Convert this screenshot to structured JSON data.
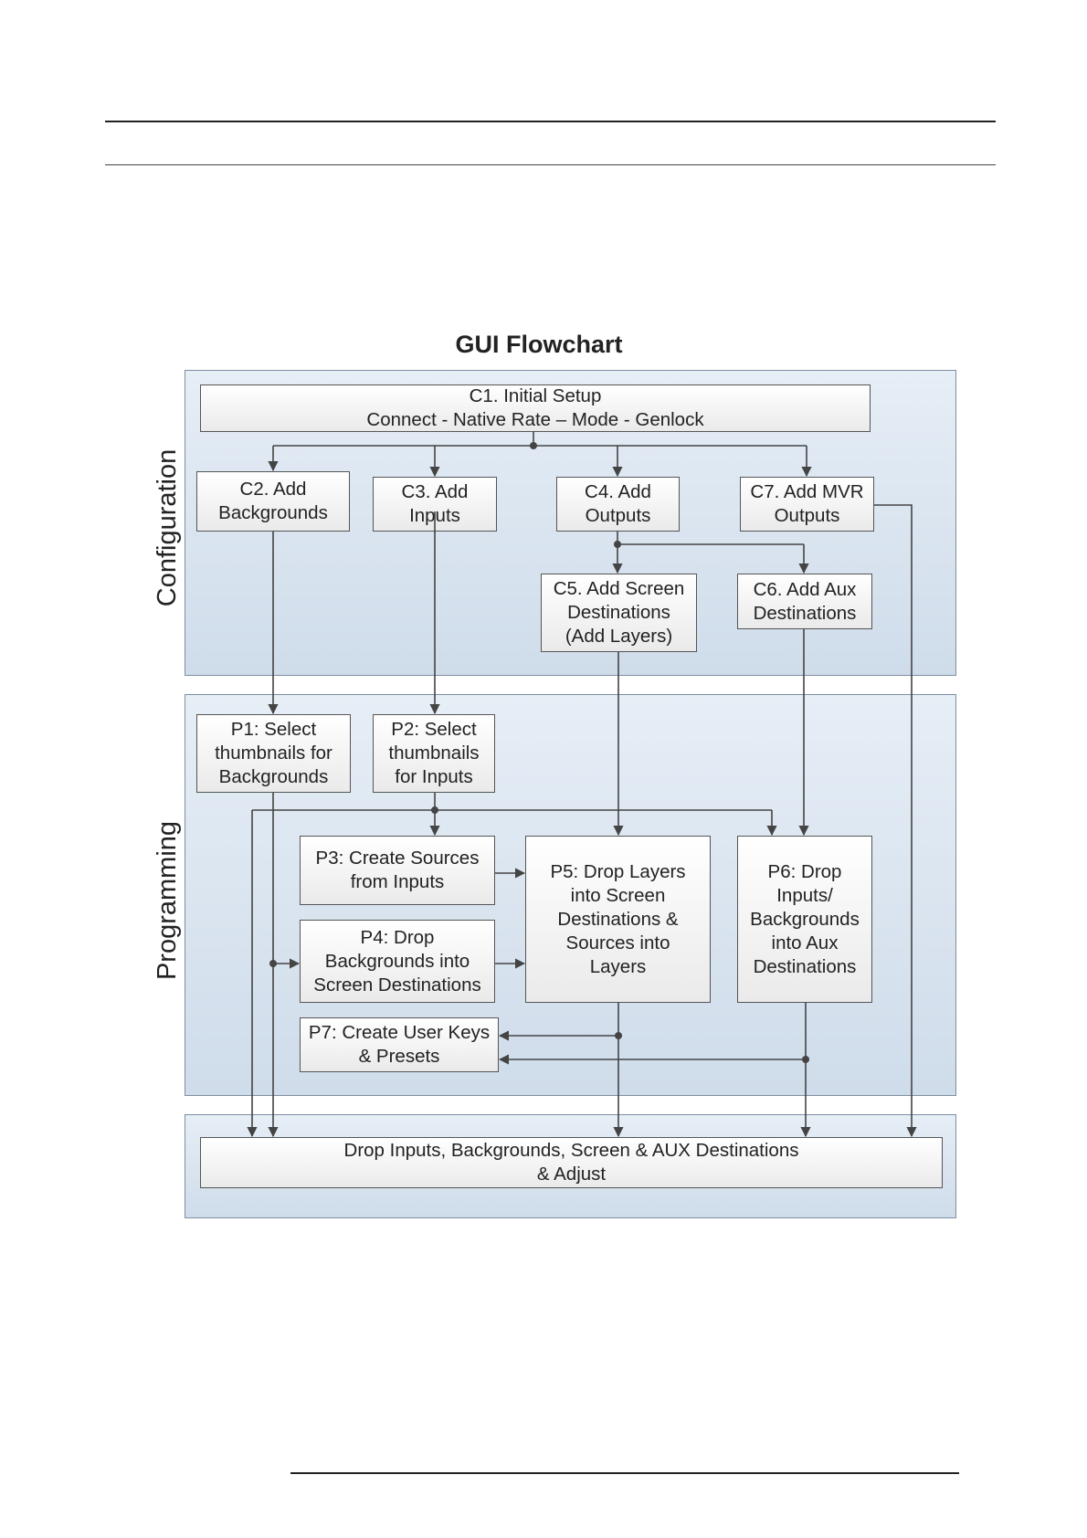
{
  "diagram": {
    "title": "GUI Flowchart",
    "sections": {
      "configuration": "Configuration",
      "programming": "Programming"
    },
    "nodes": {
      "c1": [
        "C1. Initial Setup",
        "Connect - Native Rate – Mode - Genlock"
      ],
      "c2": [
        "C2. Add",
        "Backgrounds"
      ],
      "c3": [
        "C3. Add",
        "Inputs"
      ],
      "c4": [
        "C4. Add",
        "Outputs"
      ],
      "c7": [
        "C7. Add MVR",
        "Outputs"
      ],
      "c5": [
        "C5. Add Screen",
        "Destinations",
        "(Add Layers)"
      ],
      "c6": [
        "C6. Add Aux",
        "Destinations"
      ],
      "p1": [
        "P1: Select",
        "thumbnails for",
        "Backgrounds"
      ],
      "p2": [
        "P2: Select",
        "thumbnails",
        "for Inputs"
      ],
      "p3": [
        "P3: Create Sources",
        "from Inputs"
      ],
      "p4": [
        "P4: Drop",
        "Backgrounds into",
        "Screen Destinations"
      ],
      "p5": [
        "P5: Drop Layers",
        "into Screen",
        "Destinations  &",
        "Sources into",
        "Layers"
      ],
      "p6": [
        "P6: Drop",
        "Inputs/",
        "Backgrounds",
        "into Aux",
        "Destinations"
      ],
      "p7": [
        "P7: Create User Keys",
        "& Presets"
      ],
      "final": [
        "Drop Inputs, Backgrounds, Screen & AUX  Destinations",
        "& Adjust"
      ]
    },
    "colors": {
      "panel": "#d7e3ef",
      "panel_border": "#7d8fa3",
      "box_border": "#555555",
      "connector": "#444444"
    }
  }
}
